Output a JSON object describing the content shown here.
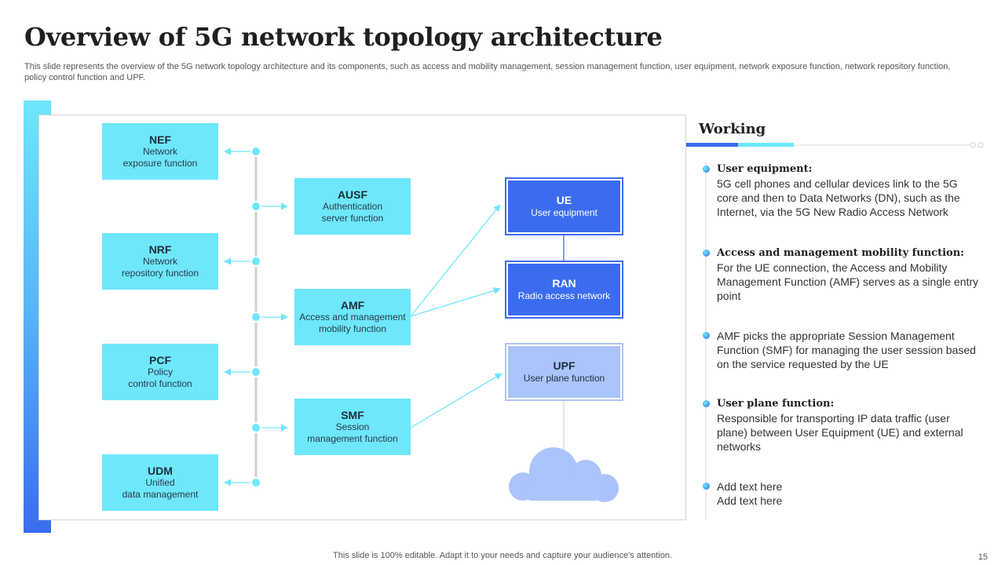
{
  "slide": {
    "title": "Overview of 5G network topology architecture",
    "subtitle": "This slide represents the overview of the 5G network topology architecture and its components, such as access and mobility management, session management function, user equipment, network exposure function, network repository function, policy control function and UPF.",
    "footer": "This slide is 100% editable. Adapt it to your needs and capture your audience's attention.",
    "page_number": "15"
  },
  "colors": {
    "cyan": "#6ee7fb",
    "blue": "#3b6cf0",
    "light_blue": "#abc4fb",
    "connector": "#6ee7fb"
  },
  "diagram": {
    "left_nodes": [
      {
        "abbr": "NEF",
        "desc1": "Network",
        "desc2": "exposure function"
      },
      {
        "abbr": "NRF",
        "desc1": "Network",
        "desc2": "repository function"
      },
      {
        "abbr": "PCF",
        "desc1": "Policy",
        "desc2": "control function"
      },
      {
        "abbr": "UDM",
        "desc1": "Unified",
        "desc2": "data management"
      }
    ],
    "middle_nodes": [
      {
        "abbr": "AUSF",
        "desc1": "Authentication",
        "desc2": "server function"
      },
      {
        "abbr": "AMF",
        "desc1": "Access and management",
        "desc2": "mobility function"
      },
      {
        "abbr": "SMF",
        "desc1": "Session",
        "desc2": "management function"
      }
    ],
    "right_nodes": [
      {
        "abbr": "UE",
        "desc": "User equipment"
      },
      {
        "abbr": "RAN",
        "desc": "Radio access network"
      },
      {
        "abbr": "UPF",
        "desc": "User plane function"
      }
    ],
    "cloud_icon": "cloud-icon"
  },
  "working": {
    "title": "Working",
    "items": [
      {
        "head": "User equipment:",
        "body": "5G cell phones and cellular devices link to the 5G core and then to Data Networks (DN), such as the Internet, via the 5G New Radio Access Network"
      },
      {
        "head": "Access and management  mobility  function:",
        "body": "For the UE connection, the Access and Mobility Management Function (AMF) serves as a single entry point"
      },
      {
        "head": "",
        "body": "AMF picks the appropriate Session Management Function (SMF) for managing the user session based on the service requested by the UE"
      },
      {
        "head": "User plane function:",
        "body": "Responsible for transporting IP data traffic (user plane) between User Equipment (UE) and external networks"
      },
      {
        "head": "",
        "body": "Add text here",
        "body2": "Add text here"
      }
    ]
  }
}
